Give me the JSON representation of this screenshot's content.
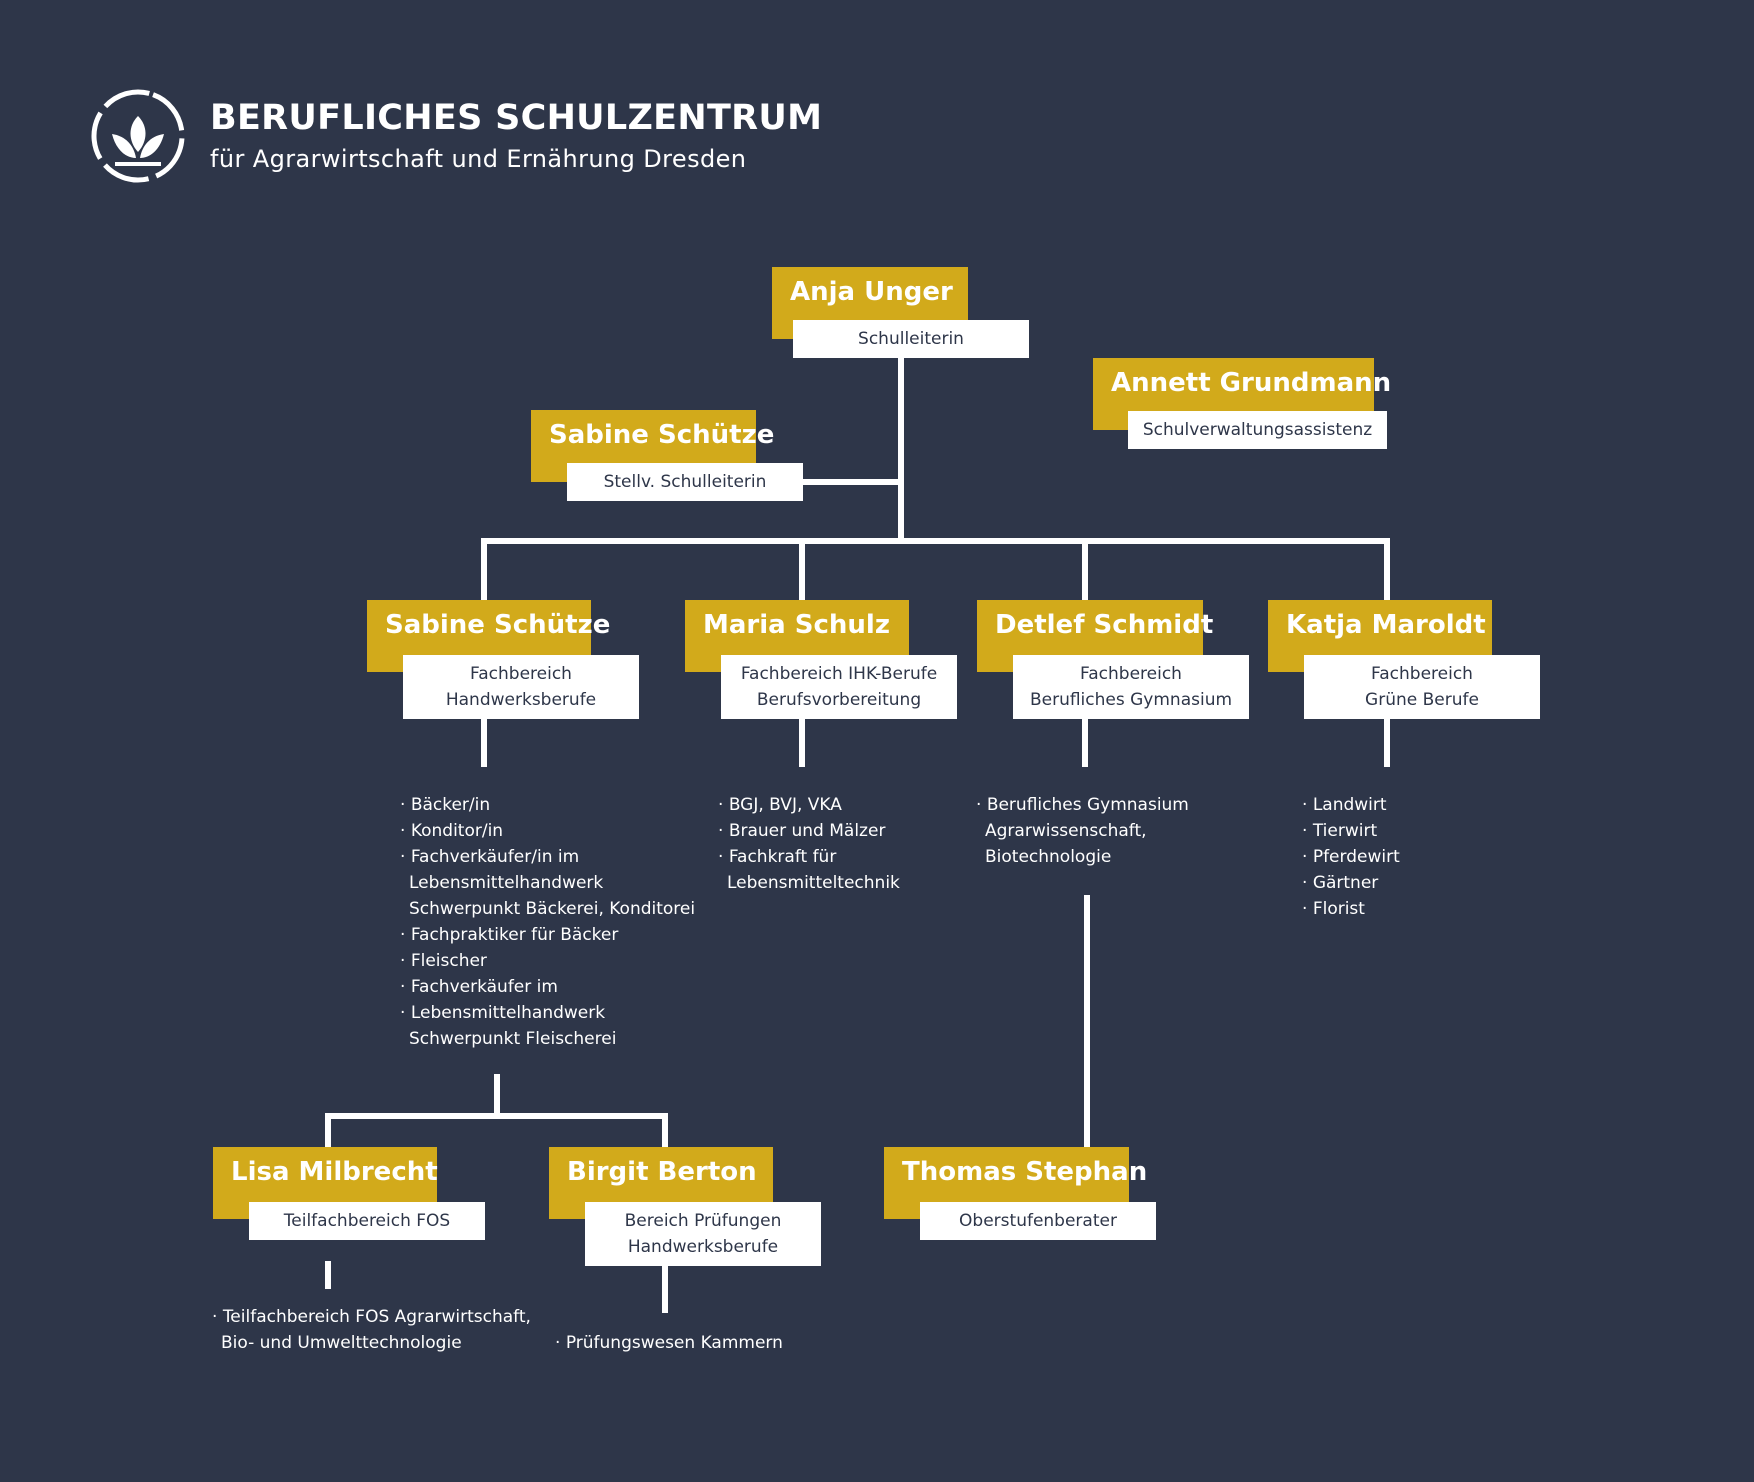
{
  "header": {
    "title": "BERUFLICHES SCHULZENTRUM",
    "subtitle": "für Agrarwirtschaft und Ernährung Dresden"
  },
  "colors": {
    "background": "#2e3649",
    "accent": "#d2aa1b",
    "box": "#ffffff",
    "line": "#ffffff"
  },
  "people": {
    "principal": {
      "name": "Anja Unger",
      "role": [
        "Schulleiterin"
      ]
    },
    "admin": {
      "name": "Annett Grundmann",
      "role": [
        "Schulverwaltungsassistenz"
      ]
    },
    "deputy": {
      "name": "Sabine Schütze",
      "role": [
        "Stellv. Schulleiterin"
      ]
    },
    "dept1": {
      "name": "Sabine Schütze",
      "role": [
        "Fachbereich",
        "Handwerksberufe"
      ],
      "items": [
        "Bäcker/in",
        "Konditor/in",
        "Fachverkäufer/in im Lebensmittelhandwerk Schwerpunkt Bäckerei, Konditorei",
        "Fachpraktiker für Bäcker",
        "Fleischer",
        "Fachverkäufer im",
        "Lebensmittelhandwerk Schwerpunkt Fleischerei"
      ]
    },
    "dept2": {
      "name": "Maria Schulz",
      "role": [
        "Fachbereich IHK-Berufe",
        "Berufsvorbereitung"
      ],
      "items": [
        "BGJ, BVJ, VKA",
        "Brauer und Mälzer",
        "Fachkraft für Lebensmitteltechnik"
      ]
    },
    "dept3": {
      "name": "Detlef Schmidt",
      "role": [
        "Fachbereich",
        "Berufliches Gymnasium"
      ],
      "items": [
        "Berufliches Gymnasium Agrarwissenschaft, Biotechnologie"
      ]
    },
    "dept4": {
      "name": "Katja Maroldt",
      "role": [
        "Fachbereich",
        "Grüne Berufe"
      ],
      "items": [
        "Landwirt",
        "Tierwirt",
        "Pferdewirt",
        "Gärtner",
        "Florist"
      ]
    },
    "sub1": {
      "name": "Lisa Milbrecht",
      "role": [
        "Teilfachbereich FOS"
      ],
      "items": [
        "Teilfachbereich FOS Agrarwirtschaft, Bio- und Umwelttechnologie"
      ]
    },
    "sub2": {
      "name": "Birgit Berton",
      "role": [
        "Bereich Prüfungen",
        "Handwerksberufe"
      ],
      "items": [
        "Prüfungswesen Kammern"
      ]
    },
    "sub3": {
      "name": "Thomas Stephan",
      "role": [
        "Oberstufenberater"
      ]
    }
  }
}
